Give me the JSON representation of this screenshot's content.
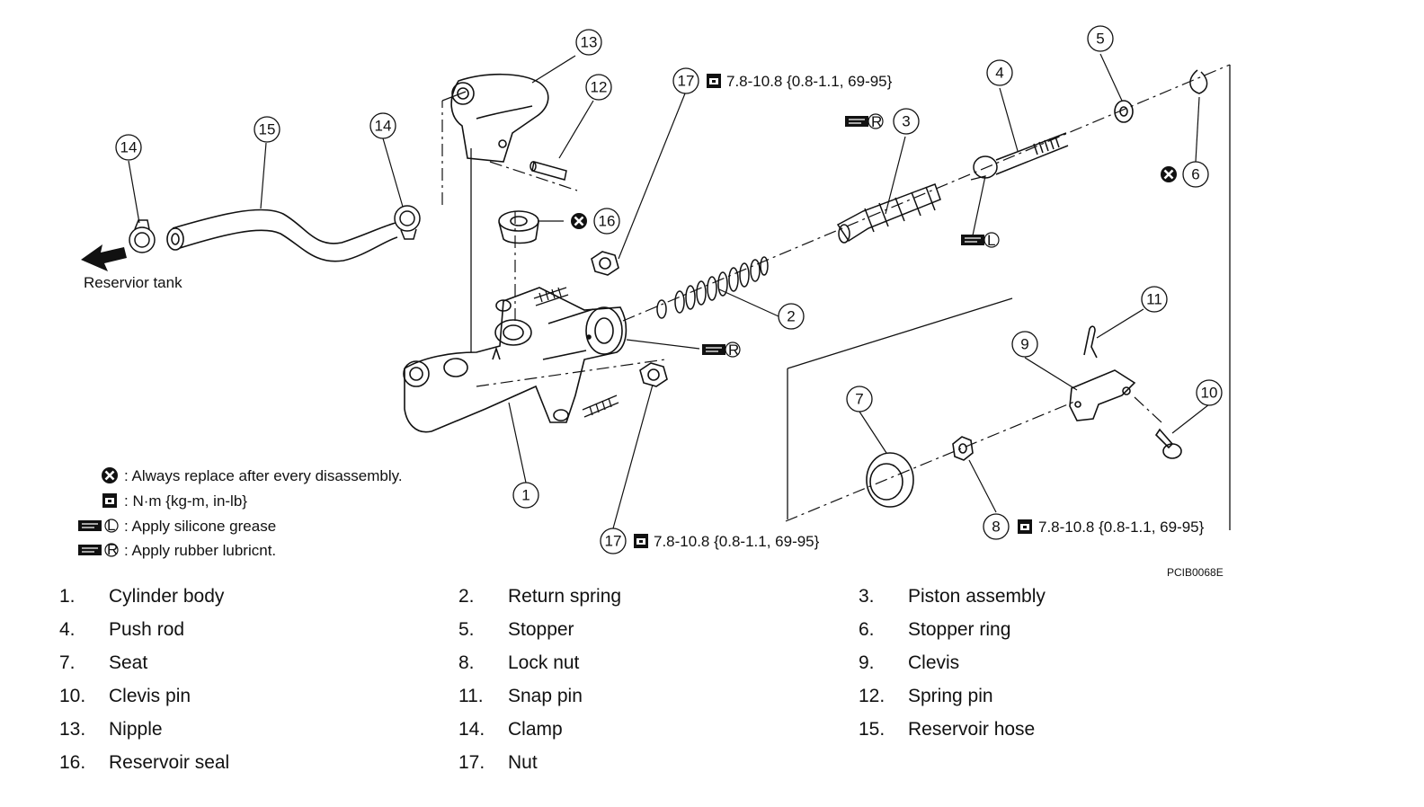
{
  "callouts": {
    "c1": "1",
    "c2": "2",
    "c3": "3",
    "c4": "4",
    "c5": "5",
    "c6": "6",
    "c7": "7",
    "c8": "8",
    "c9": "9",
    "c10": "10",
    "c11": "11",
    "c12": "12",
    "c13": "13",
    "c14a": "14",
    "c14b": "14",
    "c15": "15",
    "c16": "16",
    "c17a": "17",
    "c17b": "17"
  },
  "torque": {
    "t17_top": "7.8-10.8 {0.8-1.1, 69-95}",
    "t17_bottom": "7.8-10.8 {0.8-1.1, 69-95}",
    "t8": "7.8-10.8 {0.8-1.1, 69-95}"
  },
  "labels": {
    "reservoir_tank": "Reservior tank",
    "figure_code": "PCIB0068E"
  },
  "legend": {
    "replace": ": Always replace after every disassembly.",
    "torque_unit": ": N·m {kg-m, in-lb}",
    "silicone": ": Apply silicone grease",
    "rubber": ": Apply rubber lubricnt."
  },
  "parts": [
    {
      "num": "1.",
      "name": "Cylinder body"
    },
    {
      "num": "2.",
      "name": "Return spring"
    },
    {
      "num": "3.",
      "name": "Piston assembly"
    },
    {
      "num": "4.",
      "name": "Push rod"
    },
    {
      "num": "5.",
      "name": "Stopper"
    },
    {
      "num": "6.",
      "name": "Stopper ring"
    },
    {
      "num": "7.",
      "name": "Seat"
    },
    {
      "num": "8.",
      "name": "Lock nut"
    },
    {
      "num": "9.",
      "name": "Clevis"
    },
    {
      "num": "10.",
      "name": "Clevis pin"
    },
    {
      "num": "11.",
      "name": "Snap pin"
    },
    {
      "num": "12.",
      "name": "Spring pin"
    },
    {
      "num": "13.",
      "name": "Nipple"
    },
    {
      "num": "14.",
      "name": "Clamp"
    },
    {
      "num": "15.",
      "name": "Reservoir hose"
    },
    {
      "num": "16.",
      "name": "Reservoir seal"
    },
    {
      "num": "17.",
      "name": "Nut"
    }
  ],
  "icons": {
    "replace": "replace-x-icon",
    "torque": "torque-wrench-icon",
    "grease": "grease-gun-icon",
    "silicone_marker": "L",
    "rubber_marker": "R"
  }
}
